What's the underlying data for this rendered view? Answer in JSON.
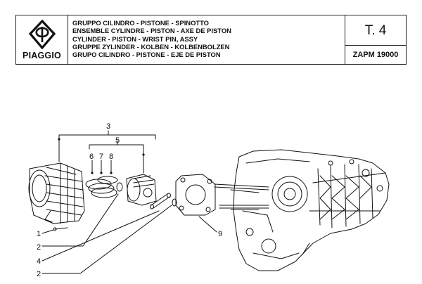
{
  "brand": {
    "name": "PIAGGIO",
    "logo": "piaggio-shield-logo"
  },
  "titles": [
    "GRUPPO CILINDRO - PISTONE - SPINOTTO",
    "ENSEMBLE CYLINDRE - PISTON - AXE DE PISTON",
    "CYLINDER - PISTON - WRIST PIN, ASSY",
    "GRUPPE ZYLINDER - KOLBEN - KOLBENBOLZEN",
    "GRUPO CILINDRO - PISTONE - EJE DE PISTON"
  ],
  "table": {
    "number": "T. 4",
    "code": "ZAPM 19000"
  },
  "callouts": {
    "c3": "3",
    "c5": "5",
    "c6": "6",
    "c7": "7",
    "c8": "8",
    "c1": "1",
    "c2a": "2",
    "c4": "4",
    "c2b": "2",
    "c9": "9"
  }
}
